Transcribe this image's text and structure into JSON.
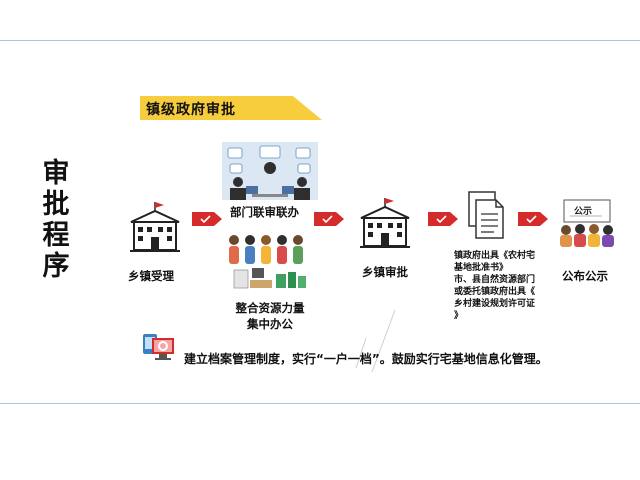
{
  "title": {
    "chars": [
      "审",
      "批",
      "程",
      "序"
    ]
  },
  "banner": {
    "label": "镇级政府审批"
  },
  "steps": {
    "township_accept": {
      "label": "乡镇受理"
    },
    "joint_review": {
      "label": "部门联审联办"
    },
    "integrate": {
      "line1": "整合资源力量",
      "line2": "集中办公"
    },
    "township_approve": {
      "label": "乡镇审批"
    },
    "permits": {
      "lines": [
        "镇政府出具《农村宅",
        "基地批准书》",
        "市、县自然资源部门",
        "或委托镇政府出具《",
        "乡村建设规划许可证",
        "》"
      ]
    },
    "publicize": {
      "label": "公布公示",
      "sign": "公示"
    }
  },
  "footer": {
    "text": "建立档案管理制度，实行“一户一档”。鼓励实行宅基地信息化管理。"
  },
  "colors": {
    "banner": "#f7cd3d",
    "arrow": "#d52b2b",
    "border": "#a9c4dc",
    "people_bg": "#dbe8f3"
  },
  "icons": [
    "building-icon",
    "people-meeting-icon",
    "team-icon",
    "office-desk-icon",
    "document-icon",
    "public-notice-icon",
    "computer-gear-icon",
    "arrow-right-icon"
  ]
}
